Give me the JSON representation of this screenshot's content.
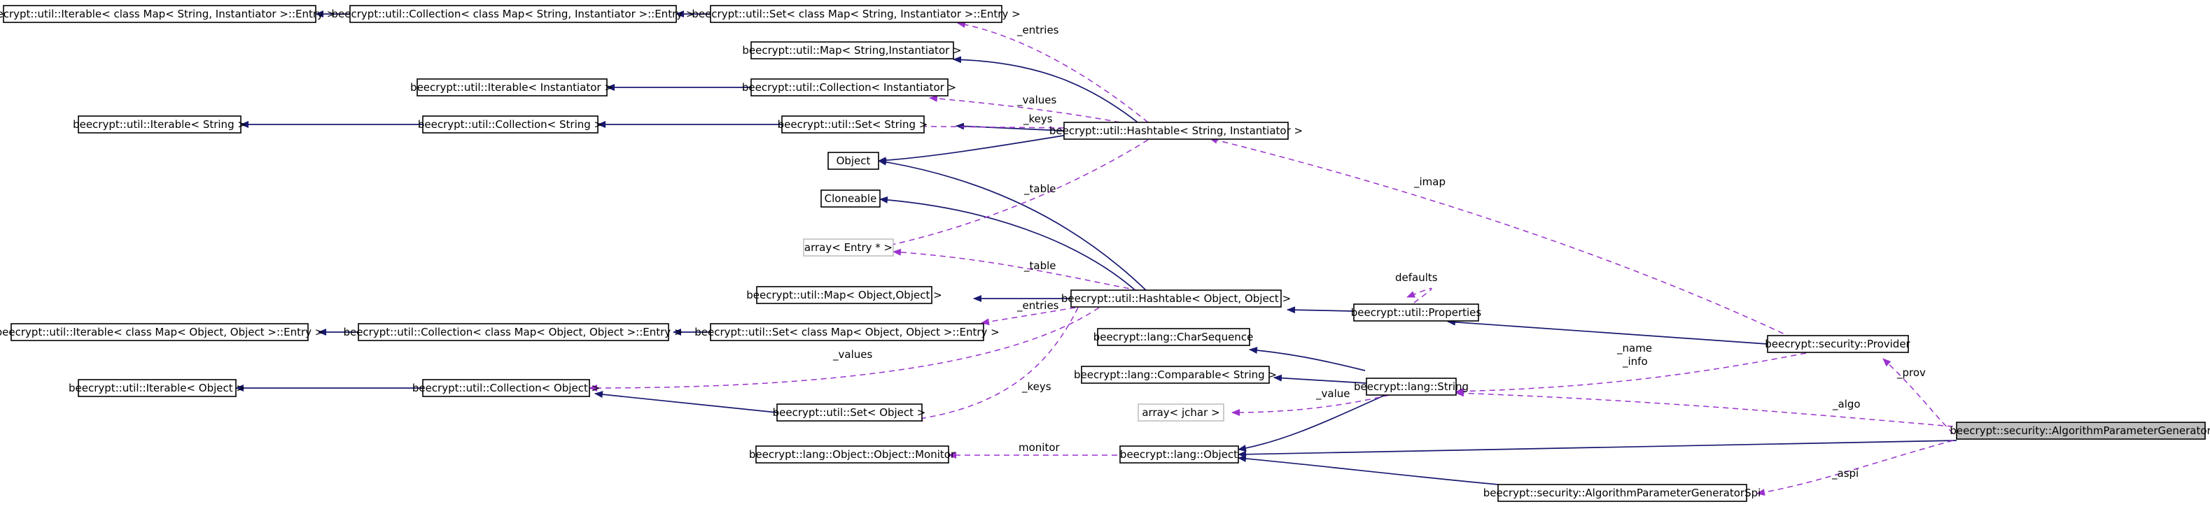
{
  "nodes": {
    "iter_entry_map_si": "beecrypt::util::Iterable< class Map< String, Instantiator >::Entry >",
    "coll_entry_map_si": "beecrypt::util::Collection< class Map< String, Instantiator >::Entry >",
    "set_entry_map_si": "beecrypt::util::Set< class Map< String, Instantiator >::Entry >",
    "map_si": "beecrypt::util::Map< String,Instantiator >",
    "iter_inst": "beecrypt::util::Iterable< Instantiator >",
    "coll_inst": "beecrypt::util::Collection< Instantiator >",
    "iter_string": "beecrypt::util::Iterable< String >",
    "coll_string": "beecrypt::util::Collection< String >",
    "set_string": "beecrypt::util::Set< String >",
    "hashtable_si": "beecrypt::util::Hashtable< String, Instantiator >",
    "object": "Object",
    "cloneable": "Cloneable",
    "array_entry": "array< Entry * >",
    "map_oo": "beecrypt::util::Map< Object,Object >",
    "hashtable_oo": "beecrypt::util::Hashtable< Object, Object >",
    "properties": "beecrypt::util::Properties",
    "iter_entry_map_oo": "beecrypt::util::Iterable< class Map< Object, Object >::Entry >",
    "coll_entry_map_oo": "beecrypt::util::Collection< class Map< Object, Object >::Entry >",
    "set_entry_map_oo": "beecrypt::util::Set< class Map< Object, Object >::Entry >",
    "charsequence": "beecrypt::lang::CharSequence",
    "comparable_string": "beecrypt::lang::Comparable< String >",
    "provider": "beecrypt::security::Provider",
    "string": "beecrypt::lang::String",
    "iter_object": "beecrypt::util::Iterable< Object >",
    "coll_object": "beecrypt::util::Collection< Object >",
    "array_jchar": "array< jchar >",
    "set_object": "beecrypt::util::Set< Object >",
    "apg": "beecrypt::security::AlgorithmParameterGenerator",
    "monitor": "beecrypt::lang::Object::Object::Monitor",
    "lang_object": "beecrypt::lang::Object",
    "apg_spi": "beecrypt::security::AlgorithmParameterGeneratorSpi"
  },
  "edge_labels": {
    "entries_si": "_entries",
    "values_si": "_values",
    "keys_si": "_keys",
    "table_si": "_table",
    "imap": "_imap",
    "defaults": "defaults",
    "table_oo": "_table",
    "entries_oo": "_entries",
    "values_oo": "_values",
    "keys_oo": "_keys",
    "name": "_name",
    "info": "_info",
    "prov": "_prov",
    "value": "_value",
    "algo": "_algo",
    "monitor": "monitor",
    "aspi": "_aspi"
  },
  "colors": {
    "inheritance": "#191970",
    "usage": "#9a32cd",
    "focus_fill": "#bfbfbf",
    "ghost_border": "#bfbfbf"
  }
}
